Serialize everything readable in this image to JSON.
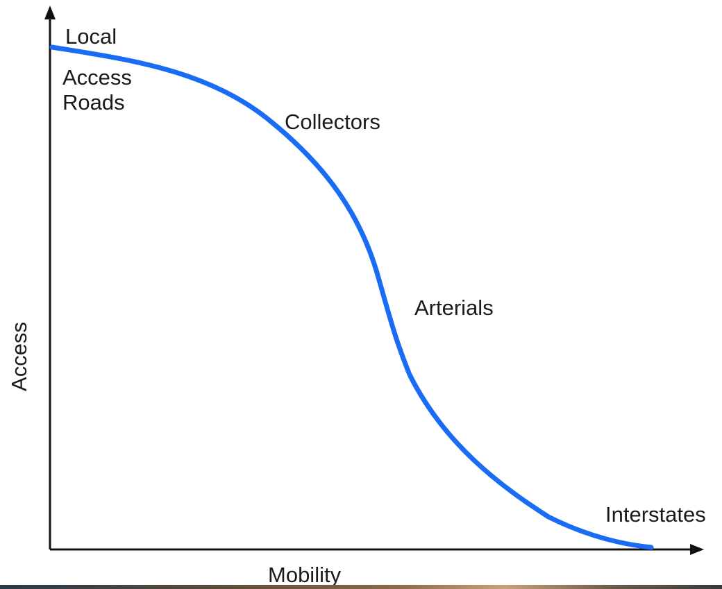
{
  "labels": {
    "local": "Local",
    "access_roads": "Access\nRoads",
    "collectors": "Collectors",
    "arterials": "Arterials",
    "interstates": "Interstates"
  },
  "axes": {
    "x_label": "Mobility",
    "y_label": "Access"
  },
  "colors": {
    "curve": "#1a6cf5",
    "axis": "#111111",
    "text": "#1a1a1a"
  }
}
